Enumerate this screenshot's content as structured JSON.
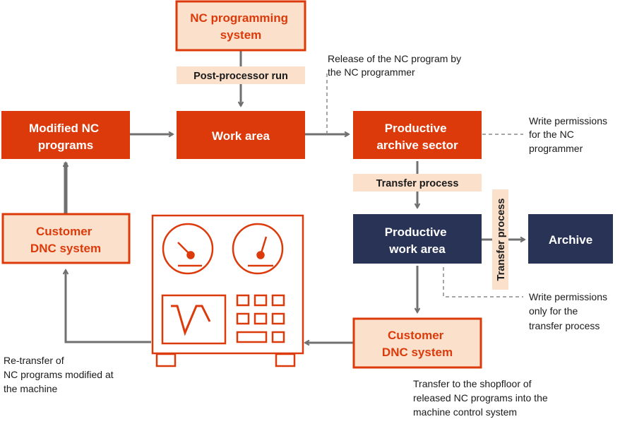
{
  "colors": {
    "orange": "#dc3a0a",
    "light_orange": "#fbe1cc",
    "navy": "#283356",
    "gray": "#707070",
    "dash": "#888888"
  },
  "boxes": {
    "nc_programming": [
      "NC programming",
      "system"
    ],
    "modified": [
      "Modified NC",
      "programs"
    ],
    "work_area": [
      "Work area"
    ],
    "productive_archive": [
      "Productive",
      "archive sector"
    ],
    "customer_dnc_left": [
      "Customer",
      "DNC system"
    ],
    "productive_work_area": [
      "Productive",
      "work area"
    ],
    "archive": [
      "Archive"
    ],
    "customer_dnc_bottom": [
      "Customer",
      "DNC system"
    ]
  },
  "labels": {
    "post_processor": "Post-processor run",
    "transfer_process_1": "Transfer process",
    "transfer_process_2": "Transfer process"
  },
  "notes": {
    "release": [
      "Release of the NC program by",
      "the NC programmer"
    ],
    "write_nc": [
      "Write permissions",
      "for the NC",
      "programmer"
    ],
    "write_transfer": [
      "Write permissions",
      "only for the",
      "transfer process"
    ],
    "retransfer": [
      "Re-transfer of",
      "NC programs modified at",
      "the machine"
    ],
    "shopfloor": [
      "Transfer to the shopfloor of",
      "released NC programs into the",
      "machine control system"
    ]
  },
  "machine_icon": "machine-tape-controller-icon"
}
